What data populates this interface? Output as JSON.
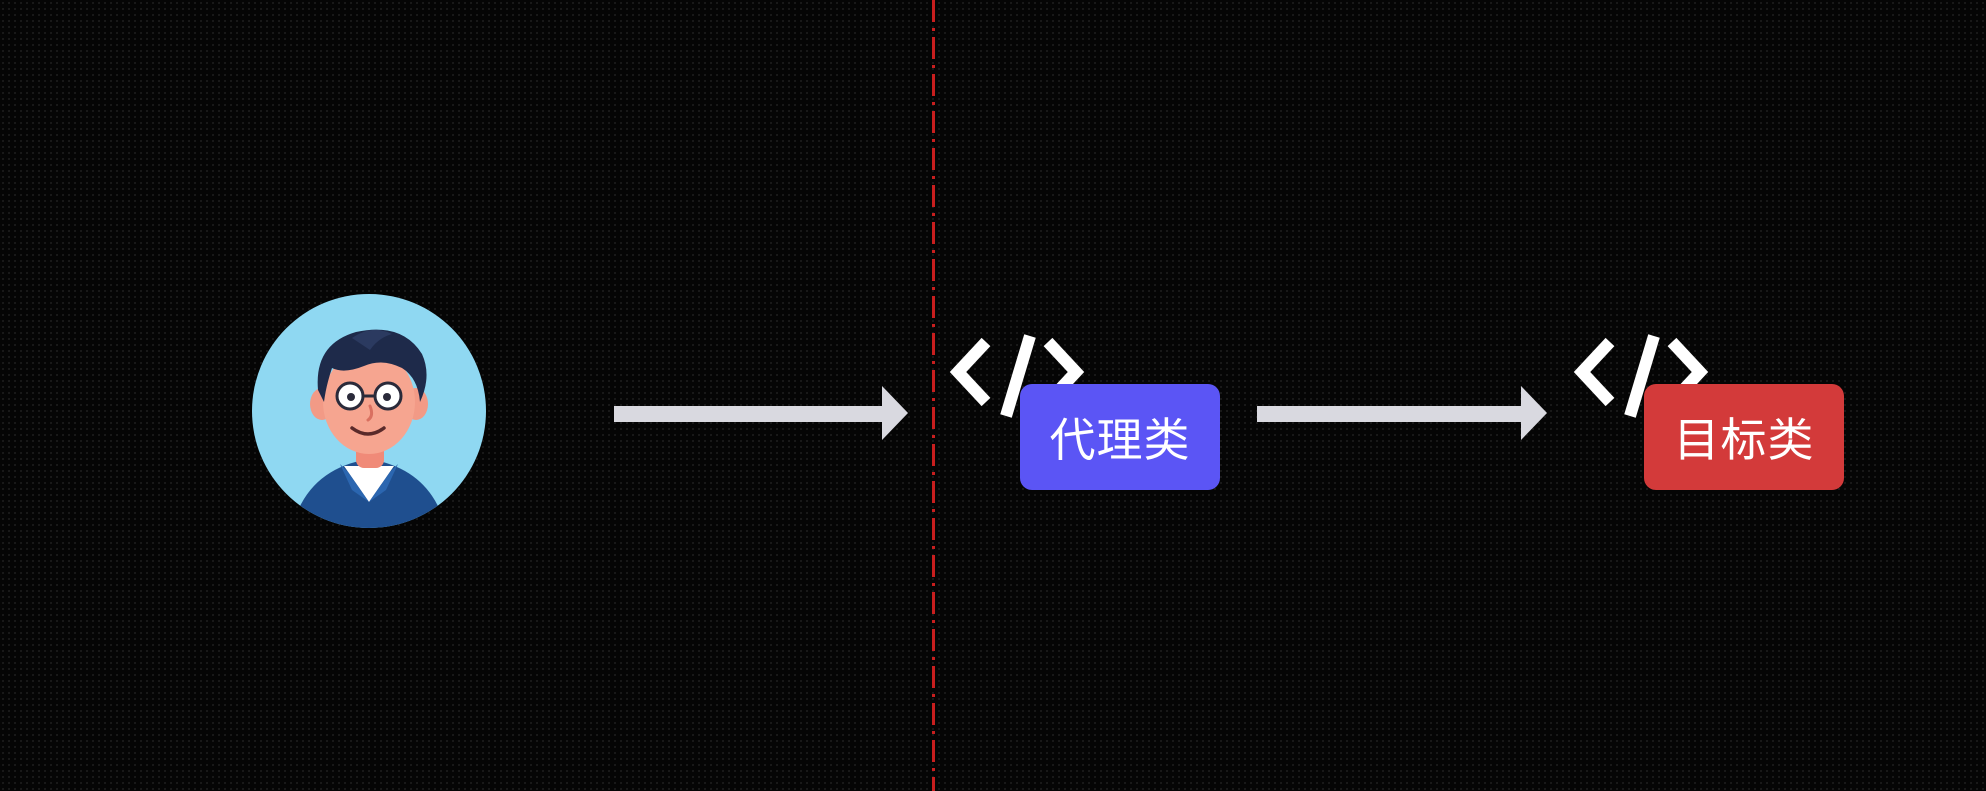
{
  "diagram": {
    "client": {
      "icon": "user-avatar-icon"
    },
    "arrows": [
      {
        "name": "client-to-proxy-arrow",
        "icon": "arrow-right-icon"
      },
      {
        "name": "proxy-to-target-arrow",
        "icon": "arrow-right-icon"
      }
    ],
    "nodes": [
      {
        "label": "代理类",
        "icon": "code-icon",
        "color": "#5b55f5"
      },
      {
        "label": "目标类",
        "icon": "code-icon",
        "color": "#d33a3a"
      }
    ],
    "divider": {
      "style": "dash-dot",
      "color": "#c81e1e"
    },
    "colors": {
      "background": "#050505",
      "arrow": "#d9d9e0",
      "code_icon": "#ffffff"
    }
  }
}
